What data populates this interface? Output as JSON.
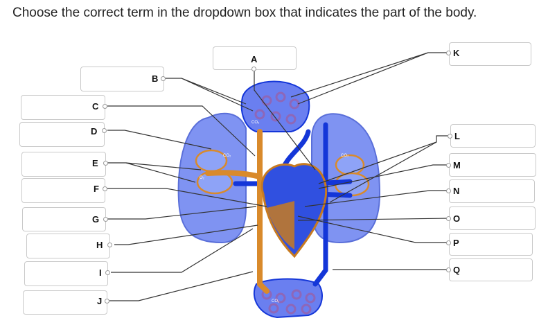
{
  "question": "Choose the correct term in the dropdown box that indicates the part of the body.",
  "labels": {
    "A": "A",
    "B": "B",
    "C": "C",
    "D": "D",
    "E": "E",
    "F": "F",
    "G": "G",
    "H": "H",
    "I": "I",
    "J": "J",
    "K": "K",
    "L": "L",
    "M": "M",
    "N": "N",
    "O": "O",
    "P": "P",
    "Q": "Q"
  },
  "diagram_text": {
    "co2": "CO₂",
    "o2": "O₂"
  },
  "colors": {
    "lung_blue": "#7f93f2",
    "vessel_blue": "#1436d8",
    "vessel_orange": "#d98a2b",
    "capillary_purple": "#8e67b8",
    "leader_line": "#333333"
  }
}
